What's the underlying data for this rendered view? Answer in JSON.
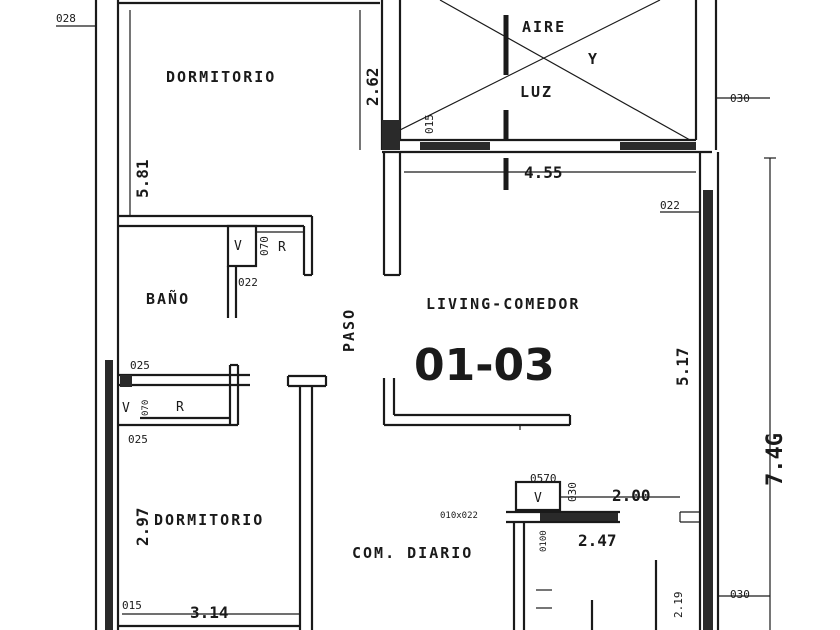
{
  "rooms": {
    "dormitorio_top": "DORMITORIO",
    "bano": "BAÑO",
    "dormitorio_bottom": "DORMITORIO",
    "living": "LIVING-COMEDOR",
    "com_diario": "COM. DIARIO",
    "paso": "PASO",
    "aire": "AIRE",
    "y": "Y",
    "luz": "LUZ"
  },
  "unit_code": "01-03",
  "dims": {
    "d_028": "028",
    "d_262": "2.62",
    "d_581": "5.81",
    "d_455": "4.55",
    "d_030_top": "030",
    "d_022_right": "022",
    "d_517": "5.17",
    "d_746": "7.4G",
    "d_297": "2.97",
    "d_314": "3.14",
    "d_015_bottom": "015",
    "d_015_vent": "015",
    "d_200": "2.00",
    "d_247": "2.47",
    "d_219": "2.19",
    "d_030_bottom": "030",
    "d_0570": "0570",
    "d_030_mid": "030",
    "d_010": "010x022",
    "d_0100": "0100",
    "d_070": "070",
    "d_022_bano": "022",
    "d_025_a": "025",
    "d_025_b": "025",
    "d_070_b": "070"
  },
  "marks": {
    "v1": "V",
    "r1": "R",
    "v2": "V",
    "r2": "R",
    "v3": "V"
  }
}
